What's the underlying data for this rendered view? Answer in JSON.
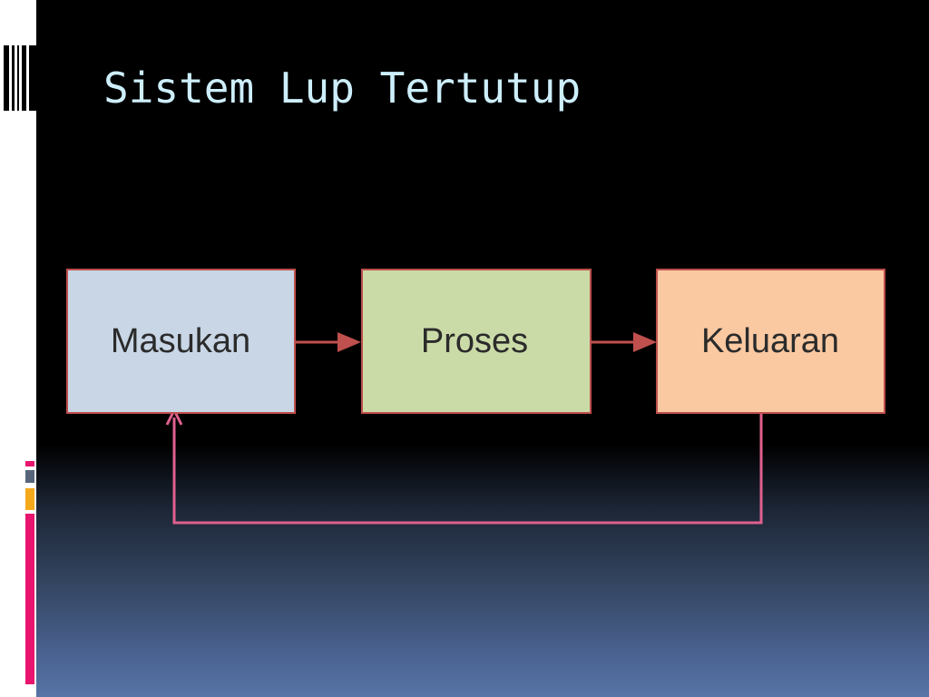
{
  "slide": {
    "title": "Sistem Lup Tertutup"
  },
  "diagram": {
    "nodes": [
      {
        "id": "input",
        "label": "Masukan",
        "fill": "#c8d6e6",
        "stroke": "#c0504d"
      },
      {
        "id": "process",
        "label": "Proses",
        "fill": "#cbdba8",
        "stroke": "#c0504d"
      },
      {
        "id": "output",
        "label": "Keluaran",
        "fill": "#fac9a2",
        "stroke": "#c0504d"
      }
    ],
    "edges": [
      {
        "from": "input",
        "to": "process",
        "color": "#c0504d"
      },
      {
        "from": "process",
        "to": "output",
        "color": "#c0504d"
      },
      {
        "from": "output",
        "to": "input",
        "type": "feedback",
        "color": "#e0608e"
      }
    ]
  },
  "colors": {
    "title": "#cdeefb",
    "background_top": "#000000",
    "background_bottom": "#5774a6",
    "accent_pink": "#e8146e",
    "accent_orange": "#f3a91a",
    "accent_slate": "#56657a"
  }
}
